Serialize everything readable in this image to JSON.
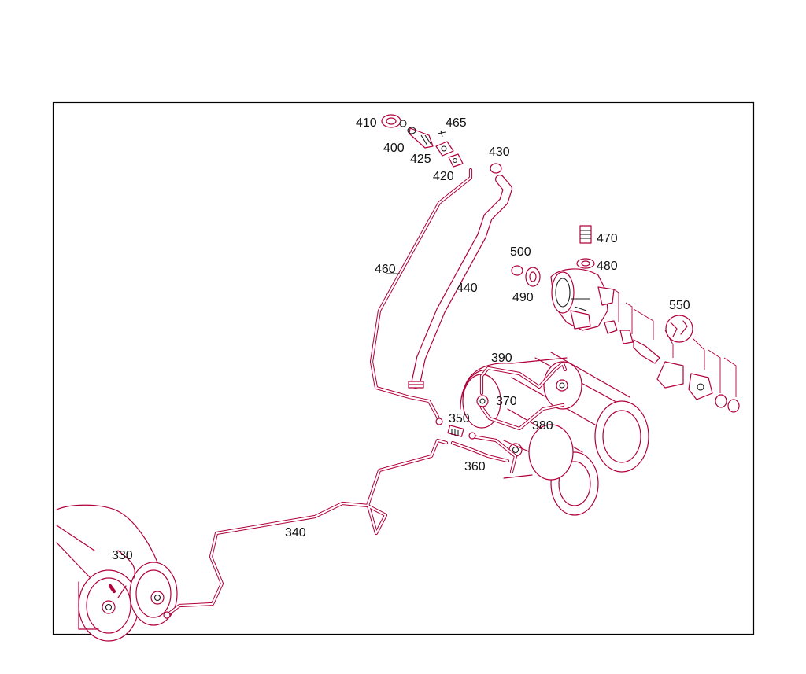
{
  "colors": {
    "line": "#b0003a",
    "label": "#111111",
    "frame": "#000000",
    "background": "#ffffff"
  },
  "callouts": {
    "c330": "330",
    "c340": "340",
    "c350": "350",
    "c360": "360",
    "c370": "370",
    "c380": "380",
    "c390": "390",
    "c400": "400",
    "c410": "410",
    "c420": "420",
    "c425": "425",
    "c430": "430",
    "c440": "440",
    "c460": "460",
    "c465": "465",
    "c470": "470",
    "c480": "480",
    "c490": "490",
    "c500": "500",
    "c550": "550"
  }
}
